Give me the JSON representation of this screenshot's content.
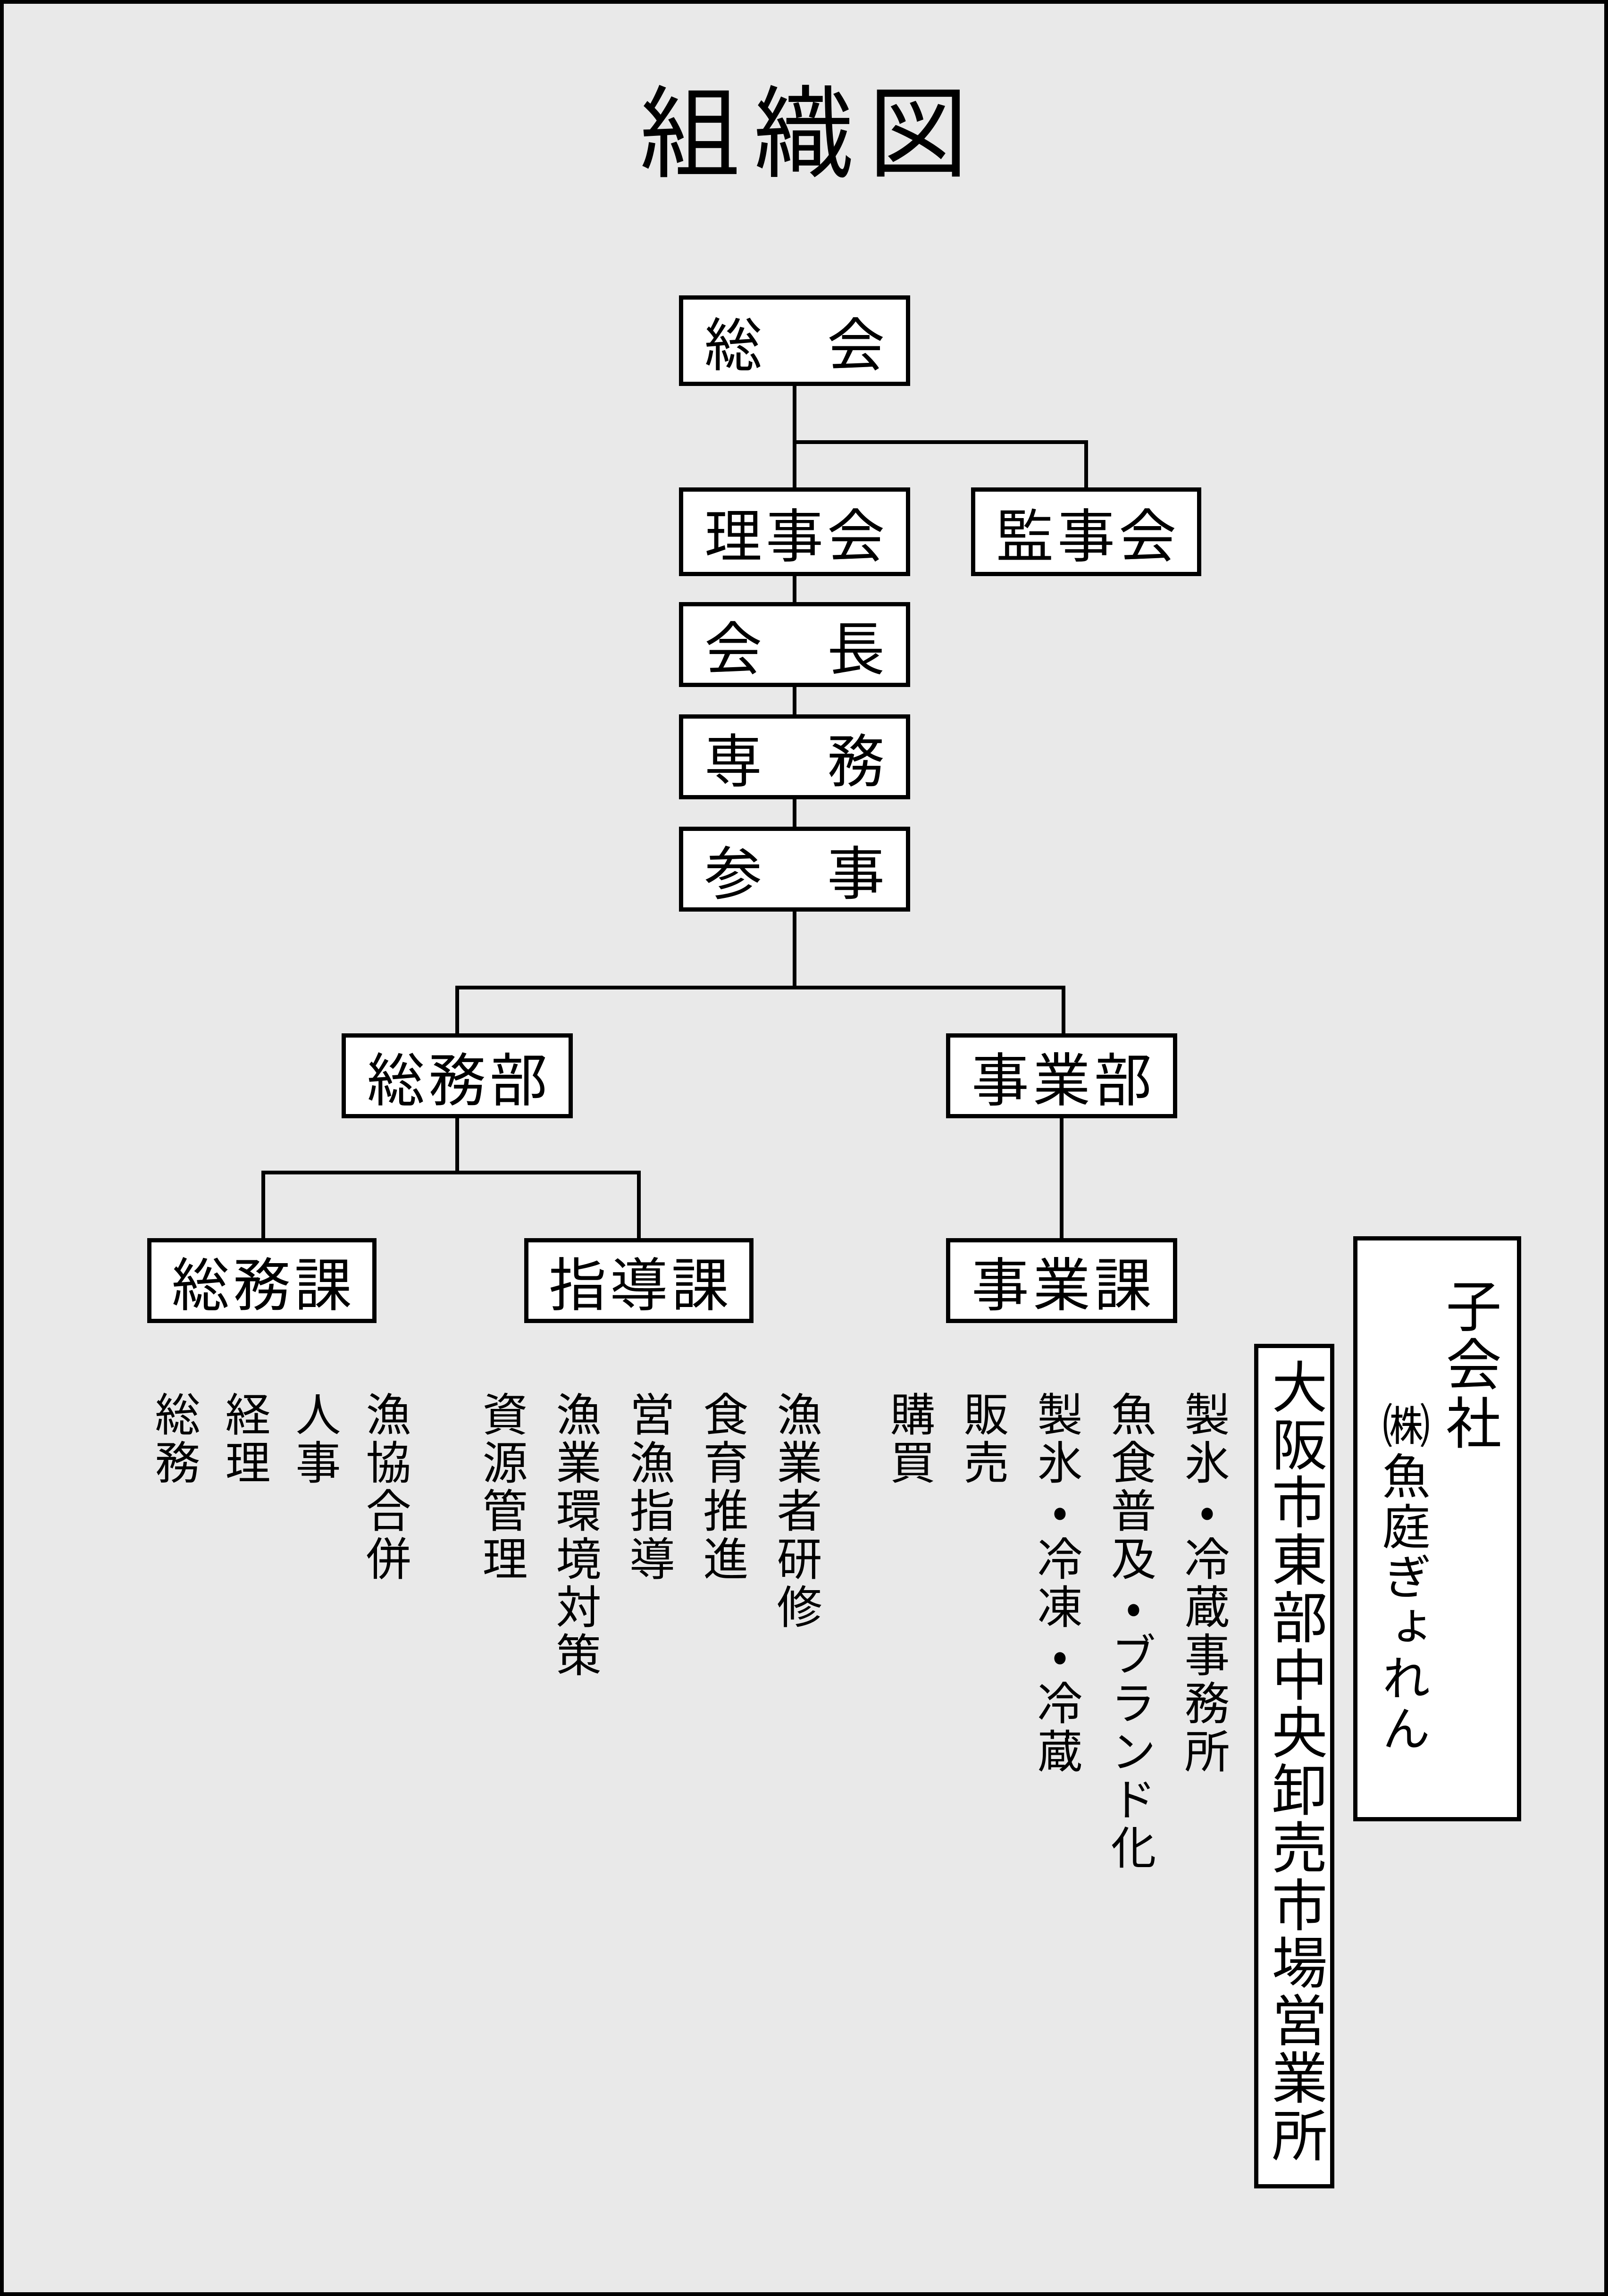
{
  "page": {
    "title": "組織図",
    "background": "#e9e9e9",
    "box_background": "#ffffff",
    "line_color": "#000000"
  },
  "org": {
    "general_assembly": "総　会",
    "board_of_directors": "理事会",
    "board_of_auditors": "監事会",
    "president": "会　長",
    "executive_director": "専　務",
    "counselor": "参　事",
    "general_affairs_dept": "総務部",
    "business_dept": "事業部",
    "general_affairs_section": "総務課",
    "guidance_section": "指導課",
    "business_section": "事業課"
  },
  "duties": {
    "note_order": "arrays listed in displayed right-to-left column order",
    "general_affairs_section": [
      "漁協合併",
      "人事",
      "経理",
      "総務"
    ],
    "guidance_section": [
      "漁業者研修",
      "食育推進",
      "営漁指導",
      "漁業環境対策",
      "資源管理"
    ],
    "business_section": [
      "製氷・冷蔵事務所",
      "魚食普及・ブランド化",
      "製氷・冷凍・冷蔵",
      "販売",
      "購買"
    ]
  },
  "subsidiary": {
    "label": "子会社",
    "company": "㈱魚庭ぎょれん"
  },
  "office": {
    "name": "大阪市東部中央卸売市場営業所"
  }
}
